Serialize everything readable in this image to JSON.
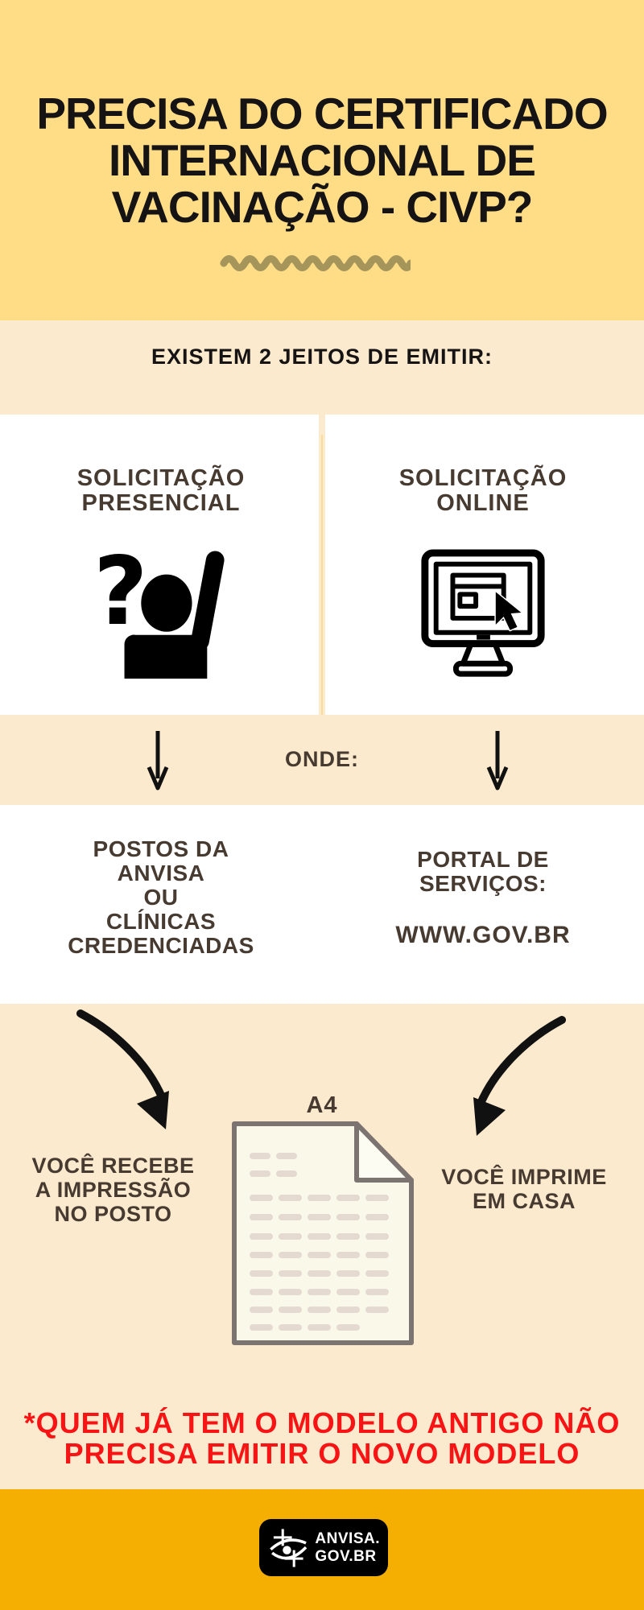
{
  "colors": {
    "top_banner": "#FFDD87",
    "cream_band": "#FCEACE",
    "white_section": "#FFFFFF",
    "footer_orange": "#F5AF02",
    "title_black": "#151313",
    "heading_brown": "#473B31",
    "alert_red": "#F81414",
    "squiggle_olive": "#A6955B",
    "paper_fill": "#FAF8E9",
    "paper_border": "#7C7470",
    "paper_dash": "#E4DAD2"
  },
  "header": {
    "title_lines": [
      "PRECISA DO CERTIFICADO",
      "INTERNACIONAL DE",
      "VACINAÇÃO - CIVP?"
    ]
  },
  "intro": {
    "heading": "EXISTEM 2 JEITOS DE EMITIR:"
  },
  "methods": {
    "left": {
      "lines": [
        "SOLICITAÇÃO",
        "PRESENCIAL"
      ],
      "icon": "person-raising-hand-question-icon"
    },
    "right": {
      "lines": [
        "SOLICITAÇÃO",
        "ONLINE"
      ],
      "icon": "monitor-cursor-icon"
    }
  },
  "where": {
    "label": "ONDE:",
    "left_lines": [
      "POSTOS DA",
      "ANVISA",
      "OU",
      "CLÍNICAS",
      "CREDENCIADAS"
    ],
    "right_lines": [
      "PORTAL DE",
      "SERVIÇOS:"
    ],
    "right_url": "WWW.GOV.BR"
  },
  "delivery": {
    "paper_label": "A4",
    "left_lines": [
      "VOCÊ RECEBE",
      "A IMPRESSÃO",
      "NO POSTO"
    ],
    "right_lines": [
      "VOCÊ IMPRIME",
      "EM CASA"
    ]
  },
  "footnote": {
    "lines": [
      "*QUEM JÁ TEM O MODELO ANTIGO NÃO",
      "PRECISA EMITIR O NOVO MODELO"
    ]
  },
  "footer": {
    "brand_lines": [
      "ANVISA.",
      "GOV.BR"
    ]
  }
}
